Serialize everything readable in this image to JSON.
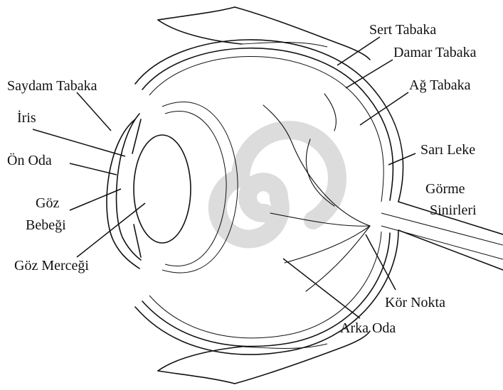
{
  "diagram": {
    "labels": {
      "sert_tabaka": "Sert Tabaka",
      "damar_tabaka": "Damar Tabaka",
      "ag_tabaka": "Ağ Tabaka",
      "sari_leke": "Sarı Leke",
      "gorme_sinirleri_1": "Görme",
      "gorme_sinirleri_2": "Sinirleri",
      "saydam_tabaka": "Saydam Tabaka",
      "iris": "İris",
      "on_oda": "Ön Oda",
      "goz_bebegi_1": "Göz",
      "goz_bebegi_2": "Bebeği",
      "goz_mercegi": "Göz Merceği",
      "kor_nokta": "Kör Nokta",
      "arka_oda": "Arka Oda"
    },
    "colors": {
      "line": "#111111",
      "watermark": "#dcdcdc",
      "background": "#ffffff"
    }
  }
}
